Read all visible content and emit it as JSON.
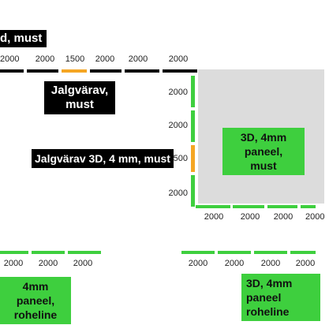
{
  "labels": {
    "top_left": "d, must",
    "gate_top": "Jalgvärav,\nmust",
    "gate_3d": "Jalgvärav 3D, 4 mm, must",
    "panel_right": "3D, 4mm paneel,\nmust",
    "bottom_left": "4mm paneel,\nroheline",
    "bottom_right": "3D, 4mm paneel\nroheline"
  },
  "top_row": [
    "2000",
    "2000",
    "1500",
    "2000",
    "2000",
    "2000"
  ],
  "left_col": [
    "2000",
    "2000",
    "1500",
    "2000"
  ],
  "panel_bottom_row": [
    "2000",
    "2000",
    "2000",
    "2000"
  ],
  "bottom_left_row": [
    "2000",
    "2000",
    "2000"
  ],
  "bottom_right_row": [
    "2000",
    "2000",
    "2000",
    "2000"
  ],
  "colors": {
    "black": "#000000",
    "orange": "#f5a623",
    "green": "#3ecf3e",
    "panel": "#dcdcdc"
  }
}
